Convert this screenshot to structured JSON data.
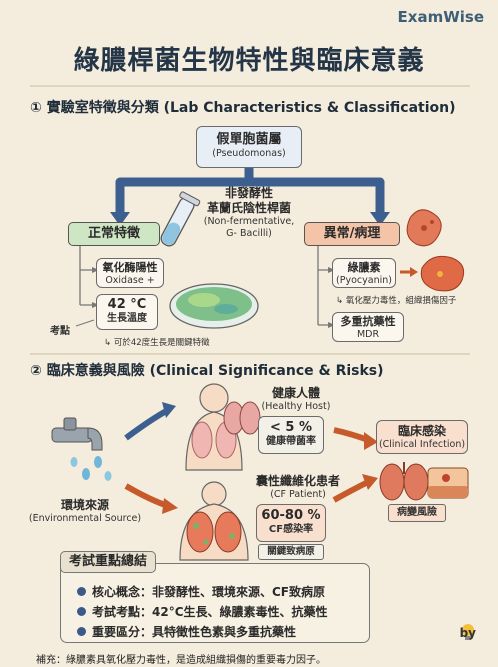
{
  "brand": "ExamWise",
  "title": "綠膿桿菌生物特性與臨床意義",
  "section1": {
    "heading": "① 實驗室特徵與分類 (Lab Characteristics & Classification)",
    "genus": {
      "name": "假單胞菌屬",
      "latin": "(Pseudomonas)"
    },
    "center": {
      "line1": "非發酵性",
      "line2": "革蘭氏陰性桿菌",
      "line3": "(Non-fermentative,",
      "line4": "G- Bacilli)"
    },
    "normal": {
      "header": "正常特徵",
      "oxidase": {
        "name": "氧化酶陽性",
        "sub": "Oxidase +"
      },
      "temp": {
        "name": "42 °C",
        "sub": "生長溫度"
      },
      "exam_point": "考點",
      "temp_note": "↳ 可於42度生長是關鍵特徵"
    },
    "abnormal": {
      "header": "異常/病理",
      "pyocyanin": {
        "name": "綠膿素",
        "sub": "(Pyocyanin)"
      },
      "pyocyanin_note": "↳ 氧化壓力毒性，組織損傷因子",
      "mdr": {
        "name": "多重抗藥性",
        "sub": "MDR"
      }
    }
  },
  "section2": {
    "heading": "② 臨床意義與風險 (Clinical Significance & Risks)",
    "env": {
      "name": "環境來源",
      "sub": "(Environmental Source)"
    },
    "healthy": {
      "name": "健康人體",
      "sub": "(Healthy Host)",
      "rate": "< 5 %",
      "rate_label": "健康帶菌率"
    },
    "cf": {
      "name": "囊性纖維化患者",
      "sub": "(CF Patient)",
      "rate": "60-80 %",
      "rate_label": "CF感染率",
      "pathogen": "關鍵致病原"
    },
    "infection": {
      "name": "臨床感染",
      "sub": "(Clinical Infection)",
      "risk": "病變風險"
    }
  },
  "summary": {
    "title": "考試重點總結",
    "items": [
      "核心概念：非發酵性、環境來源、CF致病原",
      "考試考點：42°C生長、綠膿素毒性、抗藥性",
      "重要區分：具特徵性色素與多重抗藥性"
    ]
  },
  "by_label": "by",
  "footnote": "補充：綠膿素具氧化壓力毒性，是造成組織損傷的重要毒力因子。",
  "colors": {
    "normal_header": "#cfe6c4",
    "abnormal_header": "#f3c4a8",
    "arrow_blue": "#3d5f8f",
    "arrow_orange": "#c75a2a",
    "summary_dot": "#3b5a88"
  }
}
